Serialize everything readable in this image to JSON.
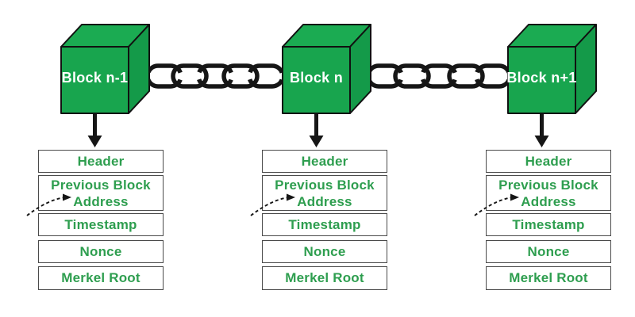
{
  "blocks": [
    {
      "label": "Block n-1",
      "fields": [
        "Header",
        "Previous Block Address",
        "Timestamp",
        "Nonce",
        "Merkel Root"
      ]
    },
    {
      "label": "Block n",
      "fields": [
        "Header",
        "Previous Block Address",
        "Timestamp",
        "Nonce",
        "Merkel Root"
      ]
    },
    {
      "label": "Block n+1",
      "fields": [
        "Header",
        "Previous Block Address",
        "Timestamp",
        "Nonce",
        "Merkel Root"
      ]
    }
  ],
  "icons": {
    "cube": "3d-block-cube",
    "chain": "chain-links-icon",
    "down_arrow": "down-arrow-icon",
    "pointer": "dashed-curved-arrow-icon"
  },
  "colors": {
    "cube_front": "#18A54E",
    "cube_top": "#1BAB52",
    "cube_side": "#149A49",
    "cube_outline": "#111111",
    "cube_label_text": "#FFFFFF",
    "field_text": "#2E9E4F",
    "box_border": "#4B4B4B",
    "chain_black": "#161616",
    "background": "#FFFFFF"
  }
}
